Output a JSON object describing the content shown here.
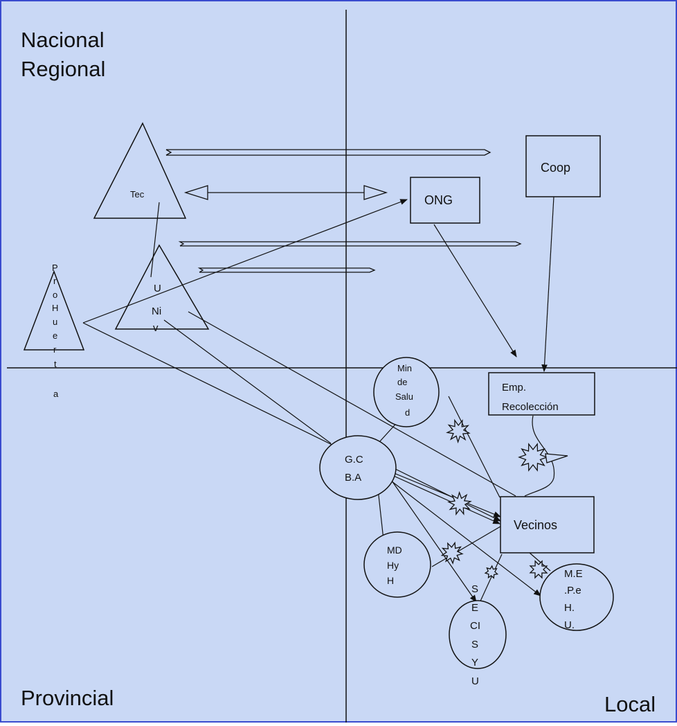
{
  "colors": {
    "background": "#c9d8f5",
    "border": "#3a4ccf",
    "stroke": "#111111",
    "text": "#111111"
  },
  "quadrants": {
    "top_left": [
      "Nacional",
      "Regional"
    ],
    "bottom_left": "Provincial",
    "bottom_right": "Local"
  },
  "actors": {
    "tec": "Tec",
    "univ": [
      "U",
      "Ni",
      "v"
    ],
    "prohuerta": [
      "P",
      "r",
      "o",
      "H",
      "u",
      "e",
      "r",
      "t",
      "a"
    ],
    "ong": "ONG",
    "coop": "Coop",
    "emp": [
      "Emp.",
      "Recolección"
    ],
    "vecinos": "Vecinos",
    "min_salud": [
      "Min",
      "de",
      "Salu",
      "d"
    ],
    "gcba": [
      "G.C",
      "B.A"
    ],
    "mdhyh": [
      "MD",
      "Hy",
      "H"
    ],
    "secisyu": [
      "S",
      "E",
      "CI",
      "S",
      "Y",
      "U"
    ],
    "mepehu": [
      "M.E",
      ".P.e",
      "H.",
      "U."
    ]
  },
  "legend_icons": [
    "double-arrow-icon",
    "hollow-arrowhead-icon",
    "conflict-burst-icon"
  ]
}
